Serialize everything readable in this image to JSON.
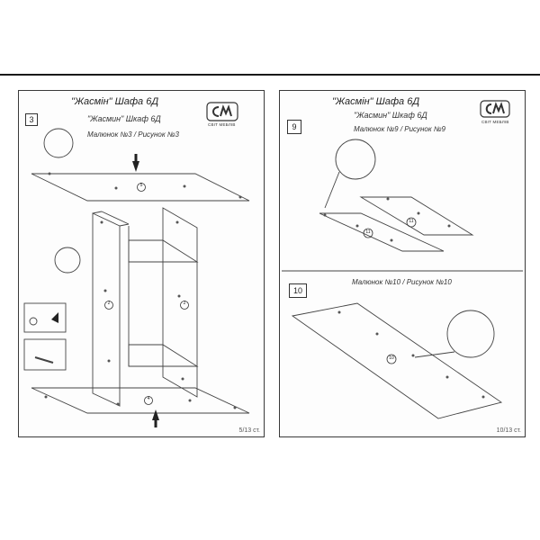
{
  "left_page": {
    "title": "\"Жасмін\" Шафа 6Д",
    "subtitle": "\"Жасмин\" Шкаф 6Д",
    "figure_label": "Малюнок №3 / Рисунок №3",
    "step": "3",
    "page_number": "5/13 ст.",
    "logo": "СМ",
    "logo_caption": "СВІТ МЕБЛІВ",
    "part_labels": [
      "5",
      "2",
      "2",
      "4"
    ]
  },
  "right_page": {
    "title": "\"Жасмін\" Шафа 6Д",
    "subtitle": "\"Жасмин\" Шкаф 6Д",
    "figure_label_9": "Малюнок №9 / Рисунок №9",
    "figure_label_10": "Малюнок №10 / Рисунок №10",
    "step_9": "9",
    "step_10": "10",
    "page_number": "10/13 ст.",
    "logo": "СМ",
    "logo_caption": "СВІТ МЕБЛІВ",
    "part_labels": [
      "11",
      "11",
      "10"
    ]
  }
}
